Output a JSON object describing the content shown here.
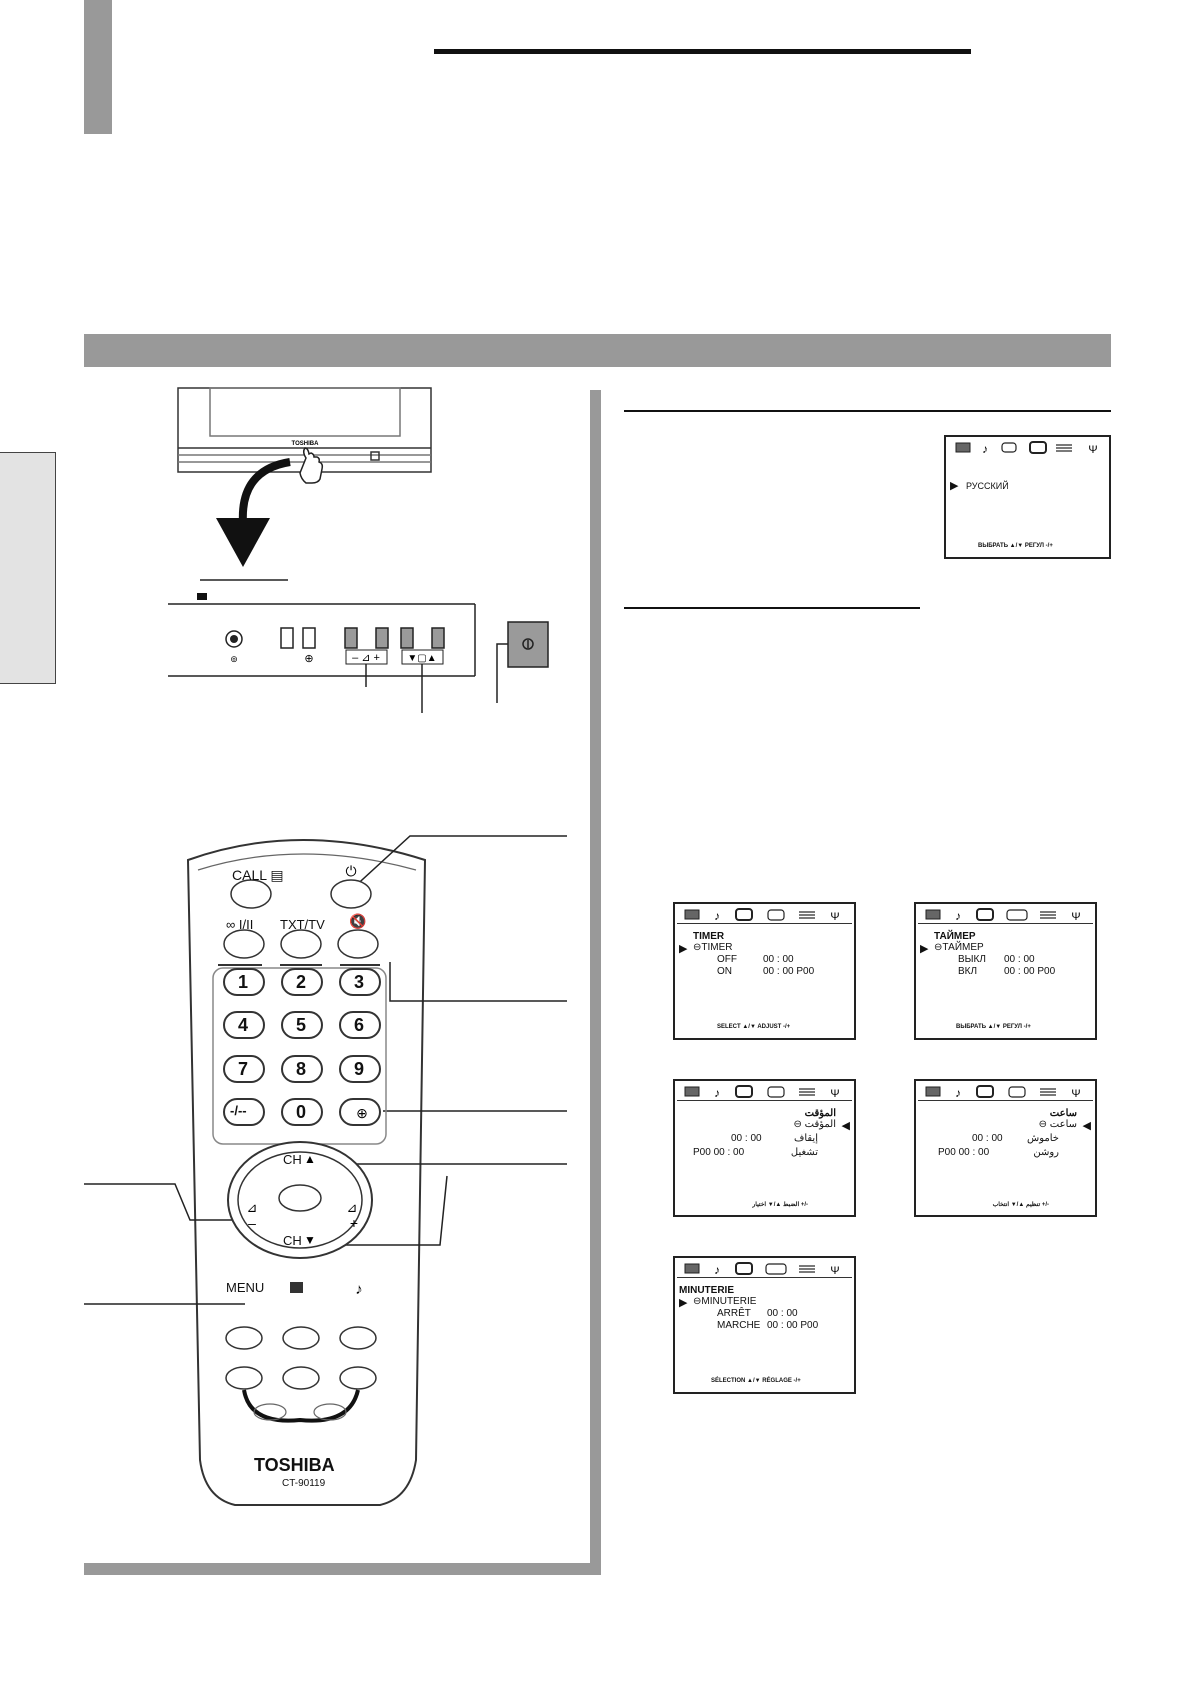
{
  "tv_front": {
    "brand": "TOSHIBA"
  },
  "remote": {
    "brand": "TOSHIBA",
    "model": "CT-90119",
    "call_label": "CALL",
    "txt_tv_label": "TXT/TV",
    "mono_stereo_label": "I/II",
    "menu_label": "MENU",
    "ch_up_label": "CH",
    "ch_down_label": "CH",
    "dash_label": "-/--",
    "digits": [
      "1",
      "2",
      "3",
      "4",
      "5",
      "6",
      "7",
      "8",
      "9",
      "0"
    ]
  },
  "menus": {
    "russian_language": {
      "item": "РУССКИЙ",
      "footer": "ВЫБРАТЬ ▲/▼   РЕГУЛ -/+"
    },
    "timer_en": {
      "title": "TIMER",
      "item": "TIMER",
      "off_label": "OFF",
      "off_value": "00 : 00",
      "on_label": "ON",
      "on_value": "00 : 00   P00",
      "footer": "SELECT ▲/▼   ADJUST -/+"
    },
    "timer_ru": {
      "title": "ТАЙМЕР",
      "item": "ТАЙМЕР",
      "off_label": "ВЫКЛ",
      "off_value": "00 : 00",
      "on_label": "ВКЛ",
      "on_value": "00 : 00   P00",
      "footer": "ВЫБРАТЬ ▲/▼   РЕГУЛ -/+"
    },
    "timer_ar1": {
      "title": "المؤقت",
      "item": "المؤقت",
      "off_label": "إيقاف",
      "off_value": "00 : 00",
      "on_label": "تشغيل",
      "on_value": "P00   00 : 00",
      "footer": "-/+ الضبط ▲/▼ اختيار"
    },
    "timer_ar2": {
      "title": "ساعت",
      "item": "ساعت",
      "off_label": "خاموش",
      "off_value": "00 : 00",
      "on_label": "روشن",
      "on_value": "P00   00 : 00",
      "footer": "-/+ تنظيم ▲/▼ انتخاب"
    },
    "timer_fr": {
      "title": "MINUTERIE",
      "item": "MINUTERIE",
      "off_label": "ARRÊT",
      "off_value": "00 : 00",
      "on_label": "MARCHE",
      "on_value": "00 : 00   P00",
      "footer": "SÉLECTION ▲/▼  RÉGLAGE -/+"
    }
  },
  "colors": {
    "gray_band": "#999999",
    "side_tab": "#e3e3e3",
    "panel_button": "#9a9a9a"
  }
}
